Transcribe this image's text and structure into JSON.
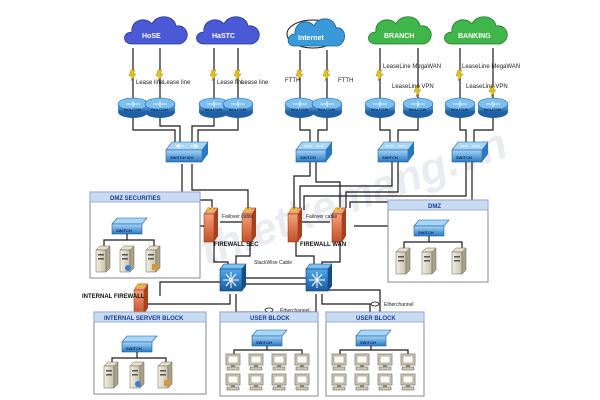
{
  "clouds": [
    {
      "label": "HoSE",
      "color": "#4a59d6"
    },
    {
      "label": "HaSTC",
      "color": "#4a59d6"
    },
    {
      "label": "Internet",
      "color": "#3a9ad9"
    },
    {
      "label": "BRANCH",
      "color": "#3fb64a"
    },
    {
      "label": "BANKING",
      "color": "#3fb64a"
    }
  ],
  "wan_labels": {
    "lease_line": "Lease line",
    "ftth": "FTTH",
    "leaseline_megawan": "LeaseLine MegaWAN",
    "leaseline_vpn": "LeaseLine VPN"
  },
  "devices": {
    "router": "ROUTER",
    "switch": "SWITCH",
    "switch_ids": "SWITCH IDS",
    "server": "SERVER"
  },
  "firewalls": {
    "sec": "FIREWALL SEC",
    "wan": "FIREWALL WAN",
    "internal": "INTERNAL FIREWALL",
    "failover": "Failover cable"
  },
  "core": {
    "stackwise": "StackWise Cable",
    "etherchannel": "Etherchannel"
  },
  "zones": {
    "dmz_securities": "DMZ SECURITIES",
    "dmz": "DMZ",
    "internal_server_block": "INTERNAL SERVER BLOCK",
    "user_block": "USER BLOCK"
  },
  "watermark": "thietkemang.vn",
  "colors": {
    "router_blue": "#2f7fc6",
    "switch_blue": "#3b8fd8",
    "firewall_orange": "#e2764a",
    "zone_header": "#c9dbf2"
  }
}
